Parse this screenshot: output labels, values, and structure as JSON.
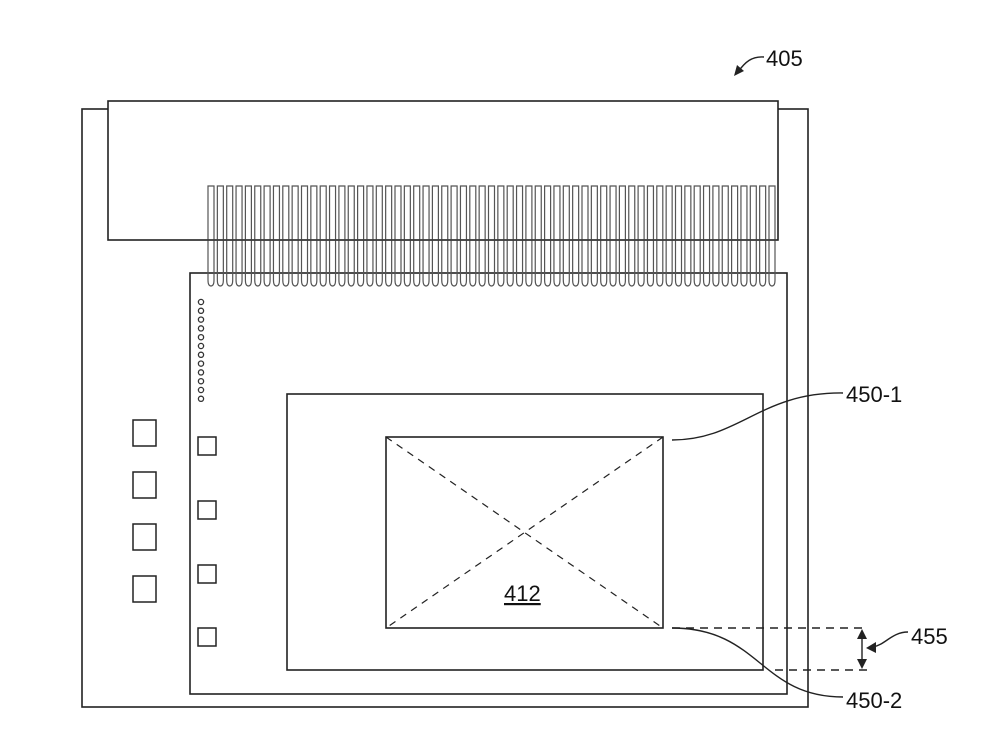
{
  "labels": {
    "assembly": "405",
    "die": "412",
    "edge_top": "450-1",
    "edge_bottom": "450-2",
    "gap": "455"
  },
  "counts": {
    "fins": 61,
    "pin_dots": 12,
    "outer_pads": 4,
    "inner_pads": 4
  },
  "colors": {
    "line": "#222222",
    "fin": "#555555"
  }
}
